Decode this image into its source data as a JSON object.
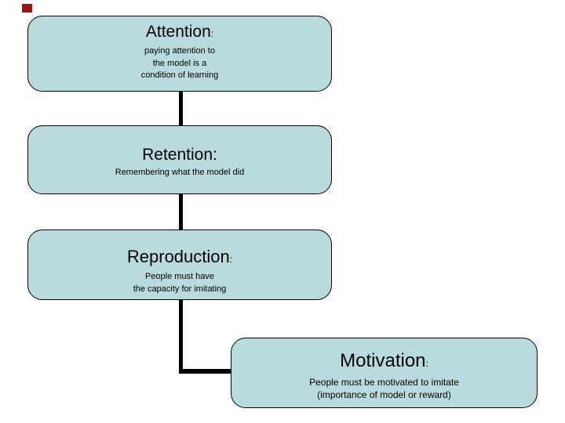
{
  "slide": {
    "background_color": "#ffffff",
    "marker": {
      "color": "#8e1a10"
    },
    "diagram": {
      "box_fill": "#b9dbde",
      "box_border_color": "#000000",
      "connector_color": "#000000",
      "text_color": "#000000",
      "boxes": [
        {
          "title": "Attention",
          "colon": ":",
          "subtitle_lines": [
            "paying attention to",
            "the model is a",
            "condition of learning"
          ]
        },
        {
          "title": "Retention",
          "colon": ":",
          "subtitle_lines": [
            "Remembering what the model did"
          ]
        },
        {
          "title": "Reproduction",
          "colon": ":",
          "subtitle_lines": [
            "People must have",
            "the capacity for imitating"
          ]
        },
        {
          "title": "Motivation",
          "colon": ":",
          "subtitle_lines": [
            "People must be motivated to imitate",
            "(importance of model or reward)"
          ]
        }
      ]
    }
  }
}
